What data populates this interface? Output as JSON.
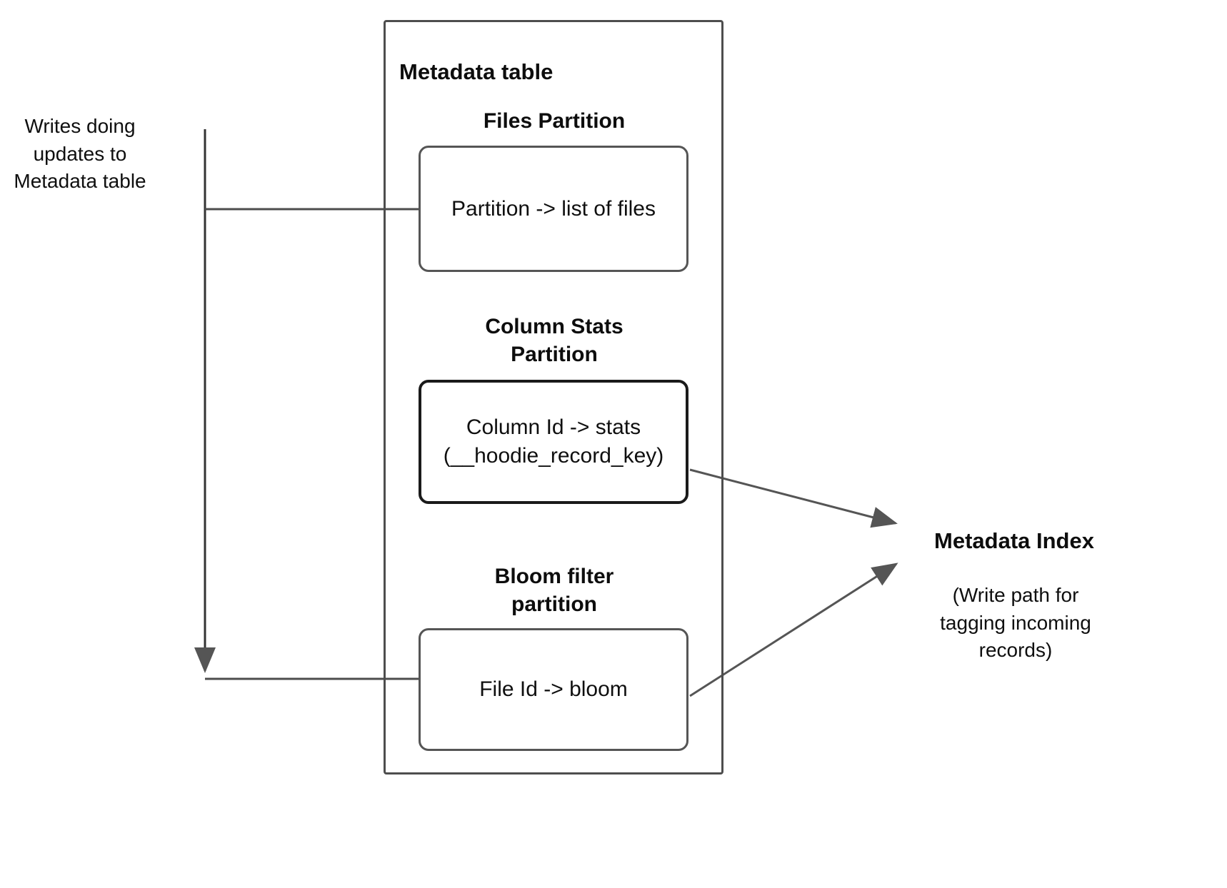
{
  "diagram": {
    "title": "Metadata table",
    "left_note": "Writes doing\nupdates to\nMetadata table",
    "partitions": [
      {
        "heading": "Files Partition",
        "content": "Partition -> list of files"
      },
      {
        "heading": "Column Stats\nPartition",
        "content": "Column Id  -> stats\n(__hoodie_record_key)"
      },
      {
        "heading": "Bloom filter\npartition",
        "content": "File Id -> bloom"
      }
    ],
    "right_label": "Metadata Index",
    "right_note": "(Write path for\ntagging incoming\nrecords)",
    "colors": {
      "stroke": "#4d4d4d",
      "stroke_dark": "#1a1a1a",
      "arrow_fill": "#555555",
      "text": "#0f0f0f",
      "background": "#ffffff"
    }
  }
}
